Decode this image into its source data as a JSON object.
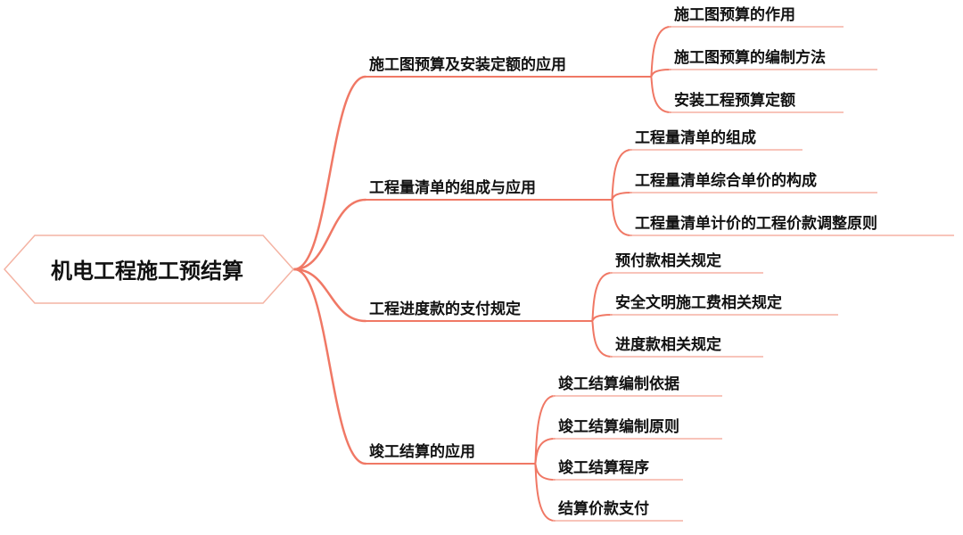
{
  "diagram": {
    "root": "机电工程施工预结算",
    "branches": [
      {
        "label": "施工图预算及安装定额的应用",
        "children": [
          "施工图预算的作用",
          "施工图预算的编制方法",
          "安装工程预算定额"
        ]
      },
      {
        "label": "工程量清单的组成与应用",
        "children": [
          "工程量清单的组成",
          "工程量清单综合单价的构成",
          "工程量清单计价的工程价款调整原则"
        ]
      },
      {
        "label": "工程进度款的支付规定",
        "children": [
          "预付款相关规定",
          "安全文明施工费相关规定",
          "进度款相关规定"
        ]
      },
      {
        "label": "竣工结算的应用",
        "children": [
          "竣工结算编制依据",
          "竣工结算编制原则",
          "竣工结算程序",
          "结算价款支付"
        ]
      }
    ]
  },
  "colors": {
    "line": "#f07865",
    "underline": "#f6b1a4",
    "root_border": "#f4b3a3",
    "text": "#111111"
  }
}
